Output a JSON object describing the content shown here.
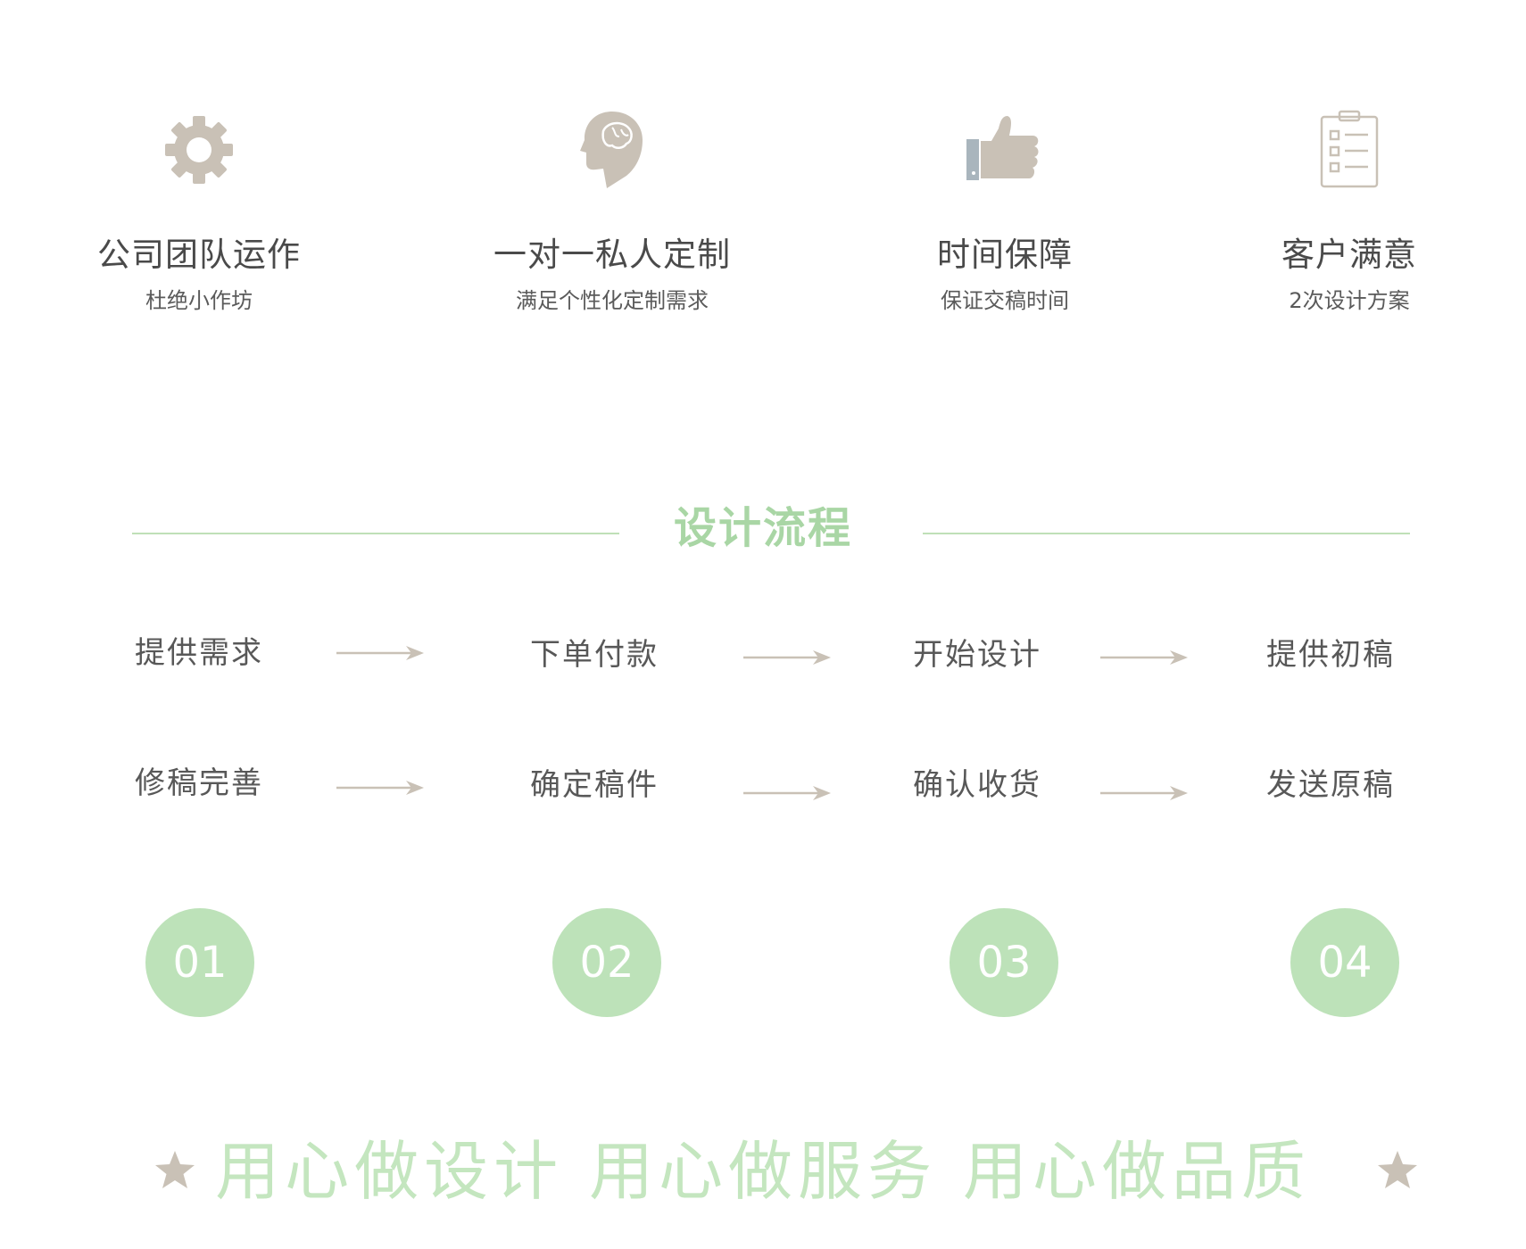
{
  "features": [
    {
      "icon": "gear-icon",
      "title": "公司团队运作",
      "subtitle": "杜绝小作坊"
    },
    {
      "icon": "head-icon",
      "title": "一对一私人定制",
      "subtitle": "满足个性化定制需求"
    },
    {
      "icon": "thumbs-up-icon",
      "title": "时间保障",
      "subtitle": "保证交稿时间"
    },
    {
      "icon": "checklist-icon",
      "title": "客户满意",
      "subtitle": "2次设计方案"
    }
  ],
  "section": {
    "title": "设计流程"
  },
  "process": {
    "row1": [
      "提供需求",
      "下单付款",
      "开始设计",
      "提供初稿"
    ],
    "row2": [
      "修稿完善",
      "确定稿件",
      "确认收货",
      "发送原稿"
    ]
  },
  "numbers": [
    "01",
    "02",
    "03",
    "04"
  ],
  "slogan": "用心做设计 用心做服务 用心做品质",
  "colors": {
    "accent_green": "#a9d6a5",
    "circle_green": "#bde2b9",
    "icon_taupe": "#c9c1b6",
    "text_dark": "#4a4a4a",
    "thumb_cuff": "#a9b5bd"
  }
}
